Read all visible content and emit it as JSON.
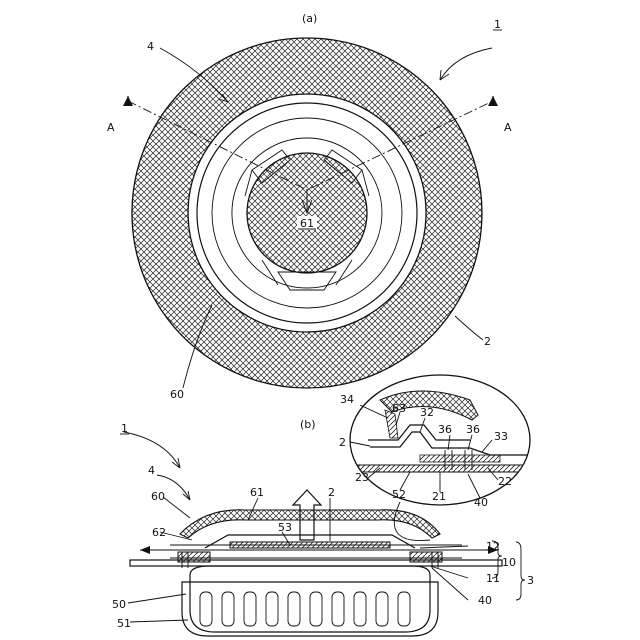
{
  "figure": {
    "view_a": "(a)",
    "view_b": "(b)"
  },
  "labels": {
    "ref_1": "1",
    "ref_1_b": "1",
    "ref_2": "2",
    "ref_2_b": "2",
    "ref_2_detail": "2",
    "ref_3": "3",
    "ref_4": "4",
    "ref_4_b": "4",
    "ref_10": "10",
    "ref_11": "11",
    "ref_12": "12",
    "ref_21": "21",
    "ref_22": "22",
    "ref_23": "23",
    "ref_32": "32",
    "ref_33": "33",
    "ref_34": "34",
    "ref_36a": "36",
    "ref_36b": "36",
    "ref_40": "40",
    "ref_40_b": "40",
    "ref_50": "50",
    "ref_51": "51",
    "ref_52": "52",
    "ref_53": "53",
    "ref_60": "60",
    "ref_60_b": "60",
    "ref_61": "61",
    "ref_61_b": "61",
    "ref_62": "62",
    "ref_63": "63",
    "section_a_left": "A",
    "section_a_right": "A"
  }
}
